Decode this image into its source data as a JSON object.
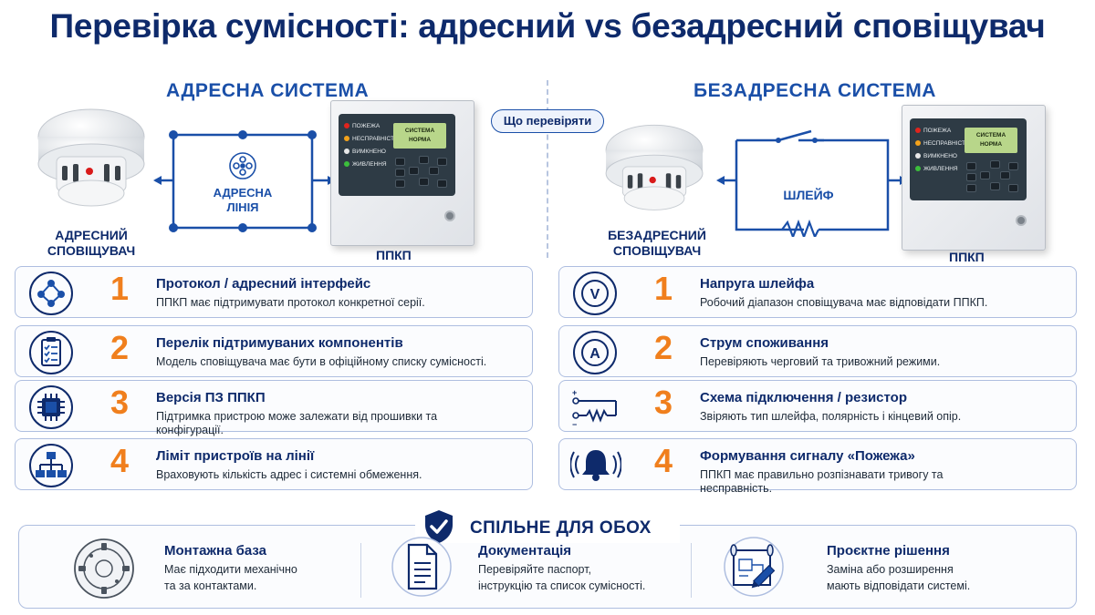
{
  "title": "Перевірка сумісності: адресний vs безадресний сповіщувач",
  "left": {
    "system_title": "АДРЕСНА СИСТЕМА",
    "detector_label_line1": "АДРЕСНИЙ",
    "detector_label_line2": "СПОВІЩУВАЧ",
    "loop_line1": "АДРЕСНА",
    "loop_line2": "ЛІНІЯ",
    "panel_label": "ППКП"
  },
  "right": {
    "system_title": "БЕЗАДРЕСНА СИСТЕМА",
    "detector_label_line1": "БЕЗАДРЕСНИЙ",
    "detector_label_line2": "СПОВІЩУВАЧ",
    "loop_label": "ШЛЕЙФ",
    "panel_label": "ППКП"
  },
  "center_pill": "Що перевіряти",
  "panel": {
    "led1": "ПОЖЕЖА",
    "led2": "НЕСПРАВНІСТЬ",
    "led3": "ВИМКНЕНО",
    "led4": "ЖИВЛЕННЯ",
    "lcd_line1": "СИСТЕМА",
    "lcd_line2": "НОРМА"
  },
  "left_cards": [
    {
      "num": "1",
      "icon": "network-nodes-icon",
      "title": "Протокол / адресний інтерфейс",
      "desc": "ППКП має підтримувати протокол конкретної серії."
    },
    {
      "num": "2",
      "icon": "checklist-icon",
      "title": "Перелік підтримуваних компонентів",
      "desc": "Модель сповіщувача має бути в офіційному списку сумісності."
    },
    {
      "num": "3",
      "icon": "chip-icon",
      "title": "Версія ПЗ ППКП",
      "desc": "Підтримка пристрою може залежати від прошивки та конфігурації."
    },
    {
      "num": "4",
      "icon": "hierarchy-icon",
      "title": "Ліміт пристроїв на лінії",
      "desc": "Враховують кількість адрес і системні обмеження."
    }
  ],
  "right_cards": [
    {
      "num": "1",
      "icon": "voltmeter-icon",
      "title": "Напруга шлейфа",
      "desc": "Робочий діапазон сповіщувача має відповідати ППКП."
    },
    {
      "num": "2",
      "icon": "ammeter-icon",
      "title": "Струм споживання",
      "desc": "Перевіряють черговий та тривожний режими."
    },
    {
      "num": "3",
      "icon": "resistor-circuit-icon",
      "title": "Схема підключення / резистор",
      "desc": "Звіряють тип шлейфа, полярність і кінцевий опір."
    },
    {
      "num": "4",
      "icon": "alarm-bell-icon",
      "title": "Формування сигналу «Пожежа»",
      "desc": "ППКП має правильно розпізнавати тривогу та несправність."
    }
  ],
  "common": {
    "title": "СПІЛЬНЕ ДЛЯ ОБОХ",
    "items": [
      {
        "icon": "mounting-base-icon",
        "title": "Монтажна база",
        "desc_line1": "Має підходити механічно",
        "desc_line2": "та за контактами."
      },
      {
        "icon": "document-icon",
        "title": "Документація",
        "desc_line1": "Перевіряйте паспорт,",
        "desc_line2": "інструкцію та список сумісності."
      },
      {
        "icon": "blueprint-icon",
        "title": "Проєктне рішення",
        "desc_line1": "Заміна або розширення",
        "desc_line2": "мають відповідати системі."
      }
    ]
  },
  "colors": {
    "navy": "#0e2a6b",
    "blue": "#1a4fa8",
    "orange": "#f07f1d",
    "border": "#aebee0"
  }
}
